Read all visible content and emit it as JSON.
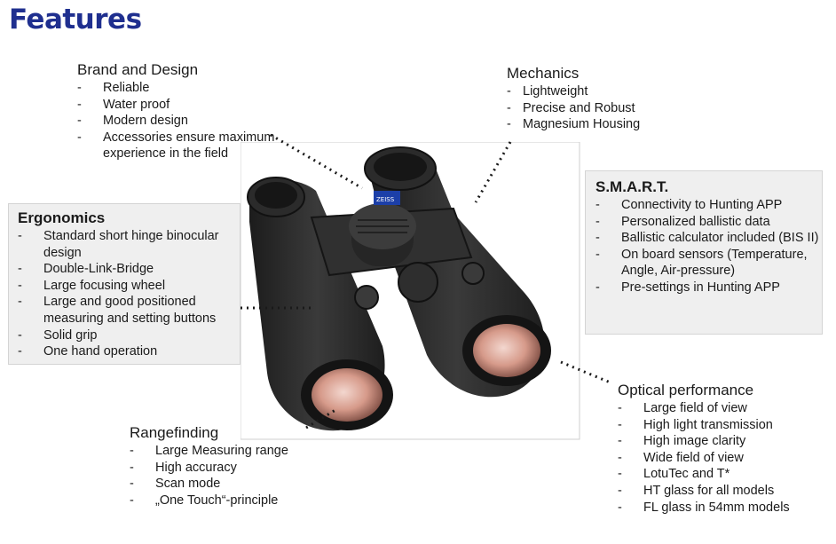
{
  "title": "Features",
  "colors": {
    "title": "#1f2f8f",
    "panel_bg": "#efefef",
    "binocular_body": "#2a2a2a",
    "lens": "#c9857a"
  },
  "binocular_label": "ZEISS",
  "sections": {
    "brand": {
      "heading": "Brand and Design",
      "items": [
        "Reliable",
        "Water proof",
        "Modern design",
        "Accessories ensure maximum experience in the field"
      ]
    },
    "mechanics": {
      "heading": "Mechanics",
      "items": [
        "Lightweight",
        "Precise and Robust",
        "Magnesium Housing"
      ]
    },
    "ergonomics": {
      "heading": "Ergonomics",
      "items": [
        "Standard short hinge binocular design",
        "Double-Link-Bridge",
        "Large focusing wheel",
        "Large and good positioned measuring and setting buttons",
        "Solid grip",
        "One hand operation"
      ]
    },
    "smart": {
      "heading": "S.M.A.R.T.",
      "items": [
        "Connectivity to Hunting APP",
        "Personalized ballistic data",
        "Ballistic calculator included (BIS II)",
        "On board sensors (Temperature, Angle, Air-pressure)",
        "Pre-settings in Hunting APP"
      ]
    },
    "optical": {
      "heading": "Optical performance",
      "items": [
        "Large field of view",
        "High light transmission",
        "High image clarity",
        "Wide field of view",
        "LotuTec and T*",
        "HT glass for all models",
        "FL glass in 54mm models"
      ]
    },
    "rangefinding": {
      "heading": "Rangefinding",
      "items": [
        "Large Measuring range",
        "High accuracy",
        "Scan mode",
        "„One Touch“-principle"
      ]
    }
  }
}
